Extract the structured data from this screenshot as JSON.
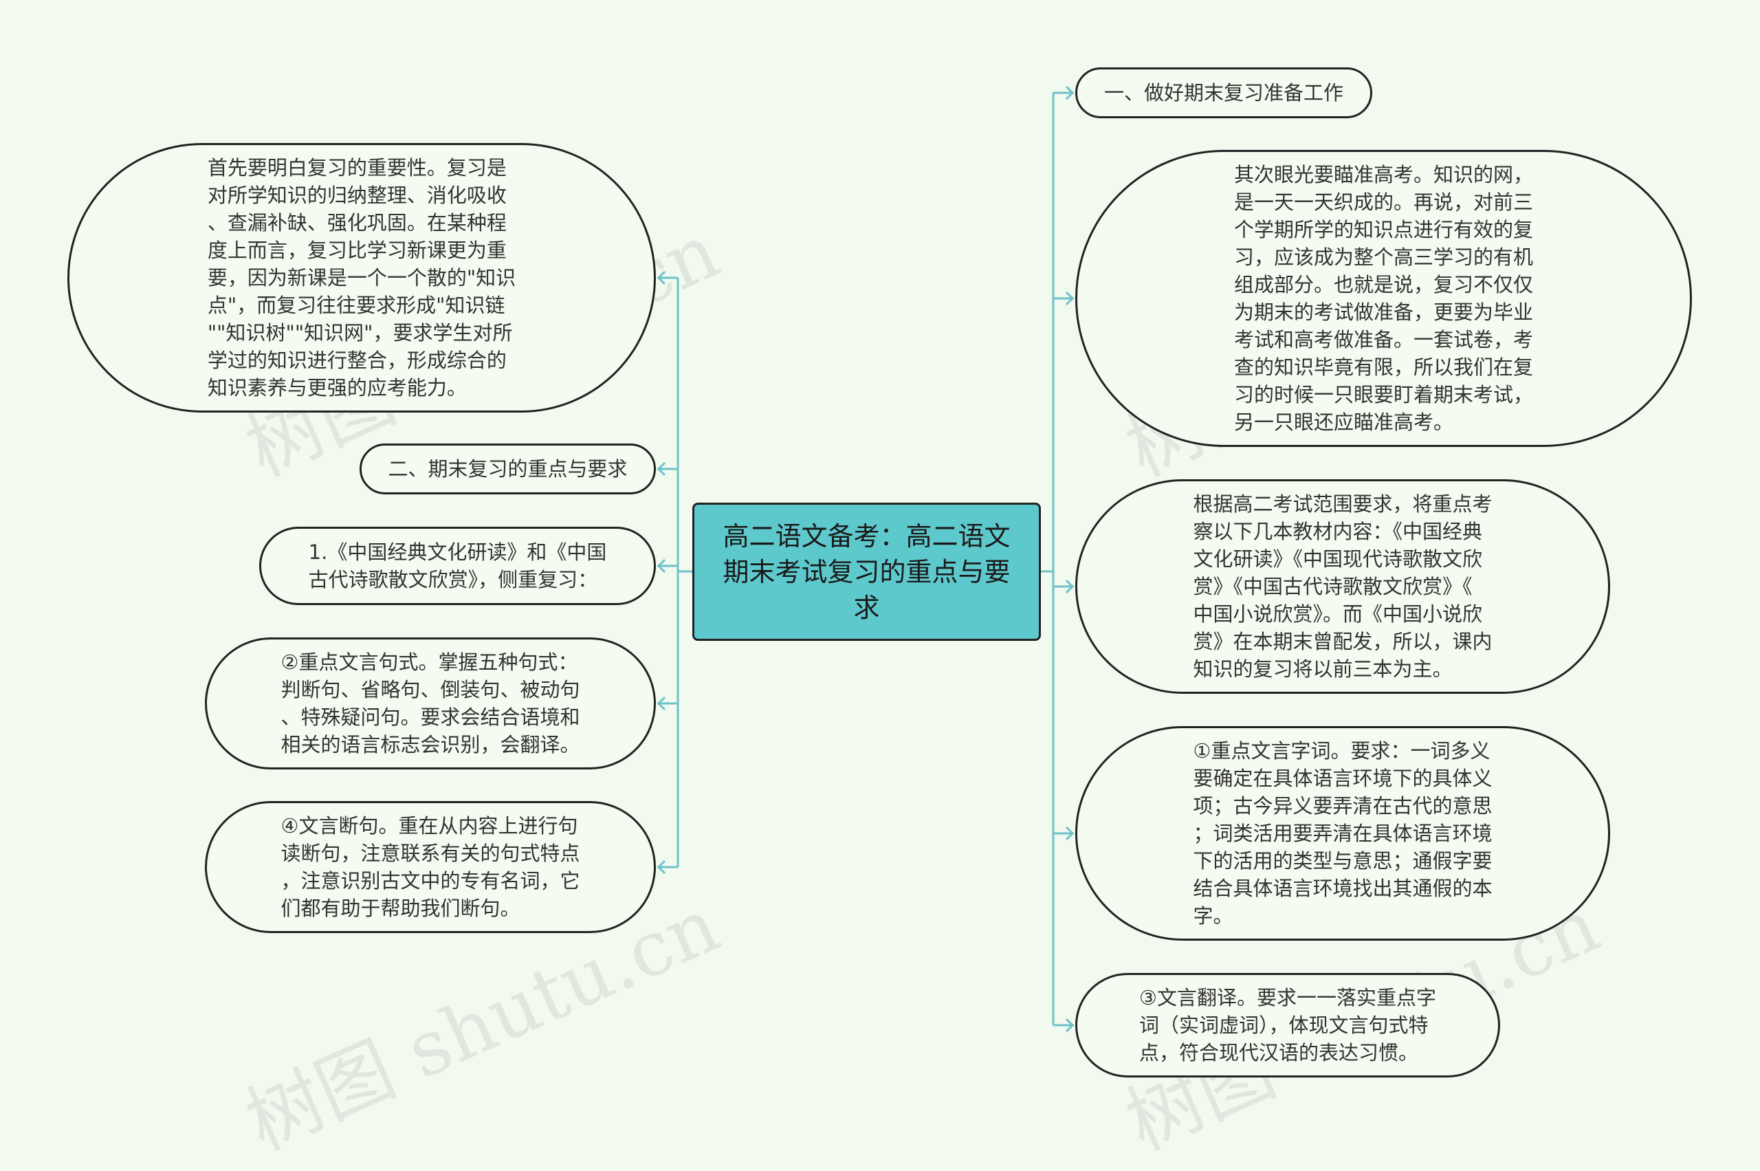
{
  "center": {
    "text": "高二语文备考：高二语文\n期末考试复习的重点与要\n求"
  },
  "left_nodes": [
    {
      "text": "首先要明白复习的重要性。复习是\n对所学知识的归纳整理、消化吸收\n、查漏补缺、强化巩固。在某种程\n度上而言，复习比学习新课更为重\n要，因为新课是一个一个散的\"知识\n点\"，而复习往往要求形成\"知识链\n\"\"知识树\"\"知识网\"，要求学生对所\n学过的知识进行整合，形成综合的\n知识素养与更强的应考能力。"
    },
    {
      "text": "二、期末复习的重点与要求"
    },
    {
      "text": "1.《中国经典文化研读》和《中国\n古代诗歌散文欣赏》，侧重复习："
    },
    {
      "text": "②重点文言句式。掌握五种句式：\n判断句、省略句、倒装句、被动句\n、特殊疑问句。要求会结合语境和\n相关的语言标志会识别，会翻译。"
    },
    {
      "text": "④文言断句。重在从内容上进行句\n读断句，注意联系有关的句式特点\n，注意识别古文中的专有名词，它\n们都有助于帮助我们断句。"
    }
  ],
  "right_nodes": [
    {
      "text": "一、做好期末复习准备工作"
    },
    {
      "text": "其次眼光要瞄准高考。知识的网，\n是一天一天织成的。再说，对前三\n个学期所学的知识点进行有效的复\n习，应该成为整个高三学习的有机\n组成部分。也就是说，复习不仅仅\n为期末的考试做准备，更要为毕业\n考试和高考做准备。一套试卷，考\n查的知识毕竟有限，所以我们在复\n习的时候一只眼要盯着期末考试，\n另一只眼还应瞄准高考。"
    },
    {
      "text": "根据高二考试范围要求，将重点考\n察以下几本教材内容：《中国经典\n文化研读》《中国现代诗歌散文欣\n赏》《中国古代诗歌散文欣赏》《\n中国小说欣赏》。而《中国小说欣\n赏》在本期末曾配发，所以，课内\n知识的复习将以前三本为主。"
    },
    {
      "text": "①重点文言字词。要求：一词多义\n要确定在具体语言环境下的具体义\n项；古今异义要弄清在古代的意思\n；词类活用要弄清在具体语言环境\n下的活用的类型与意思；通假字要\n结合具体语言环境找出其通假的本\n字。"
    },
    {
      "text": "③文言翻译。要求一一落实重点字\n词（实词虚词），体现文言句式特\n点，符合现代汉语的表达习惯。"
    }
  ],
  "watermark": {
    "text": "树图 shutu.cn"
  },
  "colors": {
    "connector": "#6cc3c8",
    "center_fill": "#5ec9cc",
    "node_border": "#222222",
    "background": "#f2f9ee"
  }
}
